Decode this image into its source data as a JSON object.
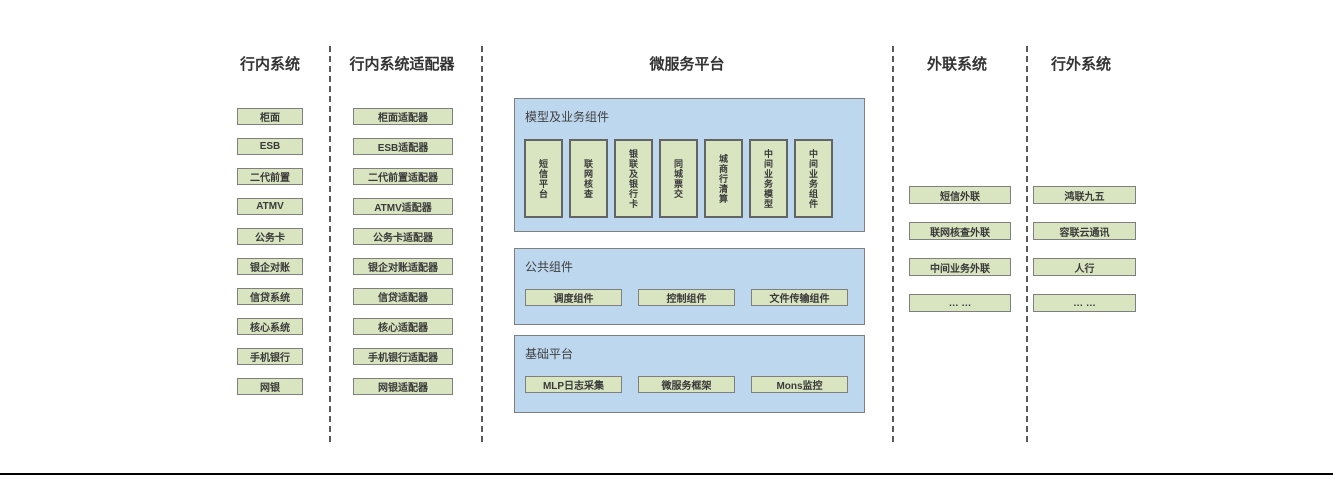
{
  "diagram": {
    "columns": {
      "internal": {
        "title": "行内系统",
        "items": [
          "柜面",
          "ESB",
          "二代前置",
          "ATMV",
          "公务卡",
          "银企对账",
          "信贷系统",
          "核心系统",
          "手机银行",
          "网银"
        ]
      },
      "adapters": {
        "title": "行内系统适配器",
        "items": [
          "柜面适配器",
          "ESB适配器",
          "二代前置适配器",
          "ATMV适配器",
          "公务卡适配器",
          "银企对账适配器",
          "信贷适配器",
          "核心适配器",
          "手机银行适配器",
          "网银适配器"
        ]
      },
      "outbound": {
        "title": "外联系统",
        "items": [
          "短信外联",
          "联网核查外联",
          "中间业务外联",
          "… …"
        ]
      },
      "external": {
        "title": "行外系统",
        "items": [
          "鸿联九五",
          "容联云通讯",
          "人行",
          "… …"
        ]
      }
    },
    "platform": {
      "title": "微服务平台",
      "model_section": {
        "title": "模型及业务组件",
        "items": [
          "短信平台",
          "联网核查",
          "银联及银行卡",
          "同城票交",
          "城商行清算",
          "中间业务模型",
          "中间业务组件"
        ]
      },
      "common_section": {
        "title": "公共组件",
        "items": [
          "调度组件",
          "控制组件",
          "文件传输组件"
        ]
      },
      "base_section": {
        "title": "基础平台",
        "items": [
          "MLP日志采集",
          "微服务框架",
          "Mons监控"
        ]
      }
    }
  },
  "colors": {
    "green_fill": "#d9e5c1",
    "green_border": "#7f7f7f",
    "blue_fill": "#bdd7ee",
    "divider": "#595959",
    "title_text": "#333333",
    "box_text": "#3a3a3a",
    "bottom_line": "#000000"
  }
}
